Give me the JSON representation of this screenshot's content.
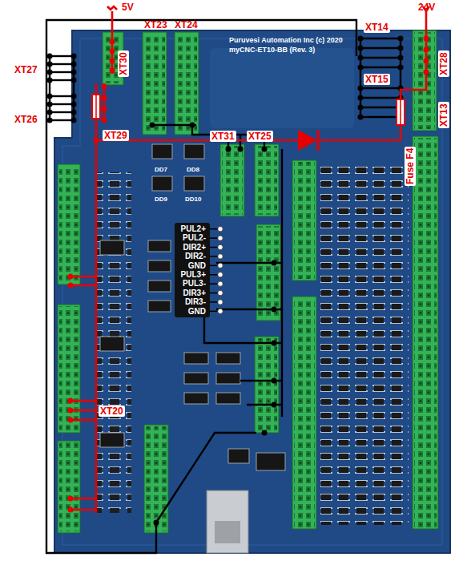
{
  "diagram": {
    "nodes": [
      {
        "text": [
          "Puruvesi Automation Inc (c) 2020",
          "myCNC-ET10-BB (Rev. 3)"
        ]
      },
      {
        "text": [
          "PUL2+",
          "PUL2-",
          "DIR2+",
          "DIR2-",
          "GND",
          "PUL3+",
          "PUL3-",
          "DIR3+",
          "DIR3-",
          "GND"
        ],
        "in": 0
      }
    ],
    "labels": [
      "5V",
      "24V",
      "XT23",
      "XT24",
      "XT14",
      "XT15",
      "XT27",
      "XT26",
      "XT30",
      "XT28",
      "XT13",
      "XT29",
      "Fuse F4",
      "XT31",
      "XT25",
      "XT20",
      "DD7",
      "DD8",
      "DD9",
      "DD10"
    ]
  }
}
